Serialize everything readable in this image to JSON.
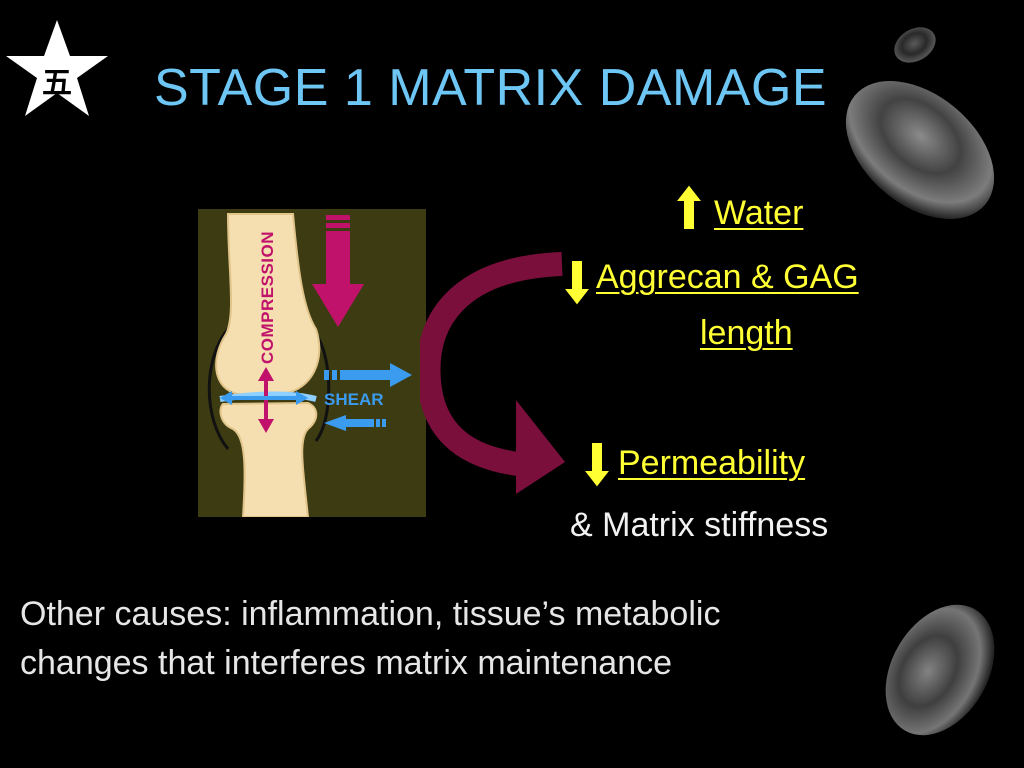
{
  "title": "STAGE 1 MATRIX DAMAGE",
  "logo": {
    "kanji": "五",
    "icon": "star-icon"
  },
  "diagram": {
    "compression_label": "COMPRESSION",
    "shear_label": "SHEAR"
  },
  "effects": {
    "water": {
      "label": "Water",
      "direction": "up"
    },
    "aggrecan": {
      "label_line1": "Aggrecan & GAG",
      "label_line2": "length",
      "direction": "down"
    },
    "permeability": {
      "label": "Permeability",
      "direction": "down"
    },
    "stiffness": {
      "label": "& Matrix stiffness"
    }
  },
  "other_causes": {
    "line1": "Other causes: inflammation, tissue’s metabolic",
    "line2": "changes that interferes matrix maintenance"
  },
  "colors": {
    "title": "#6ec6f5",
    "accent_yellow": "#ffff33",
    "arrow_magenta": "#c0126a",
    "arrow_blue": "#3a9bef",
    "curve_maroon": "#7a0f3c",
    "bone": "#f5deb0"
  }
}
